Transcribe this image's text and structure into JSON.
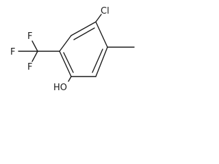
{
  "molecule": {
    "atoms": {
      "chlorine": "Cl",
      "fluorine_1": "F",
      "fluorine_2": "F",
      "fluorine_3": "F",
      "hydroxyl": "HO"
    }
  }
}
